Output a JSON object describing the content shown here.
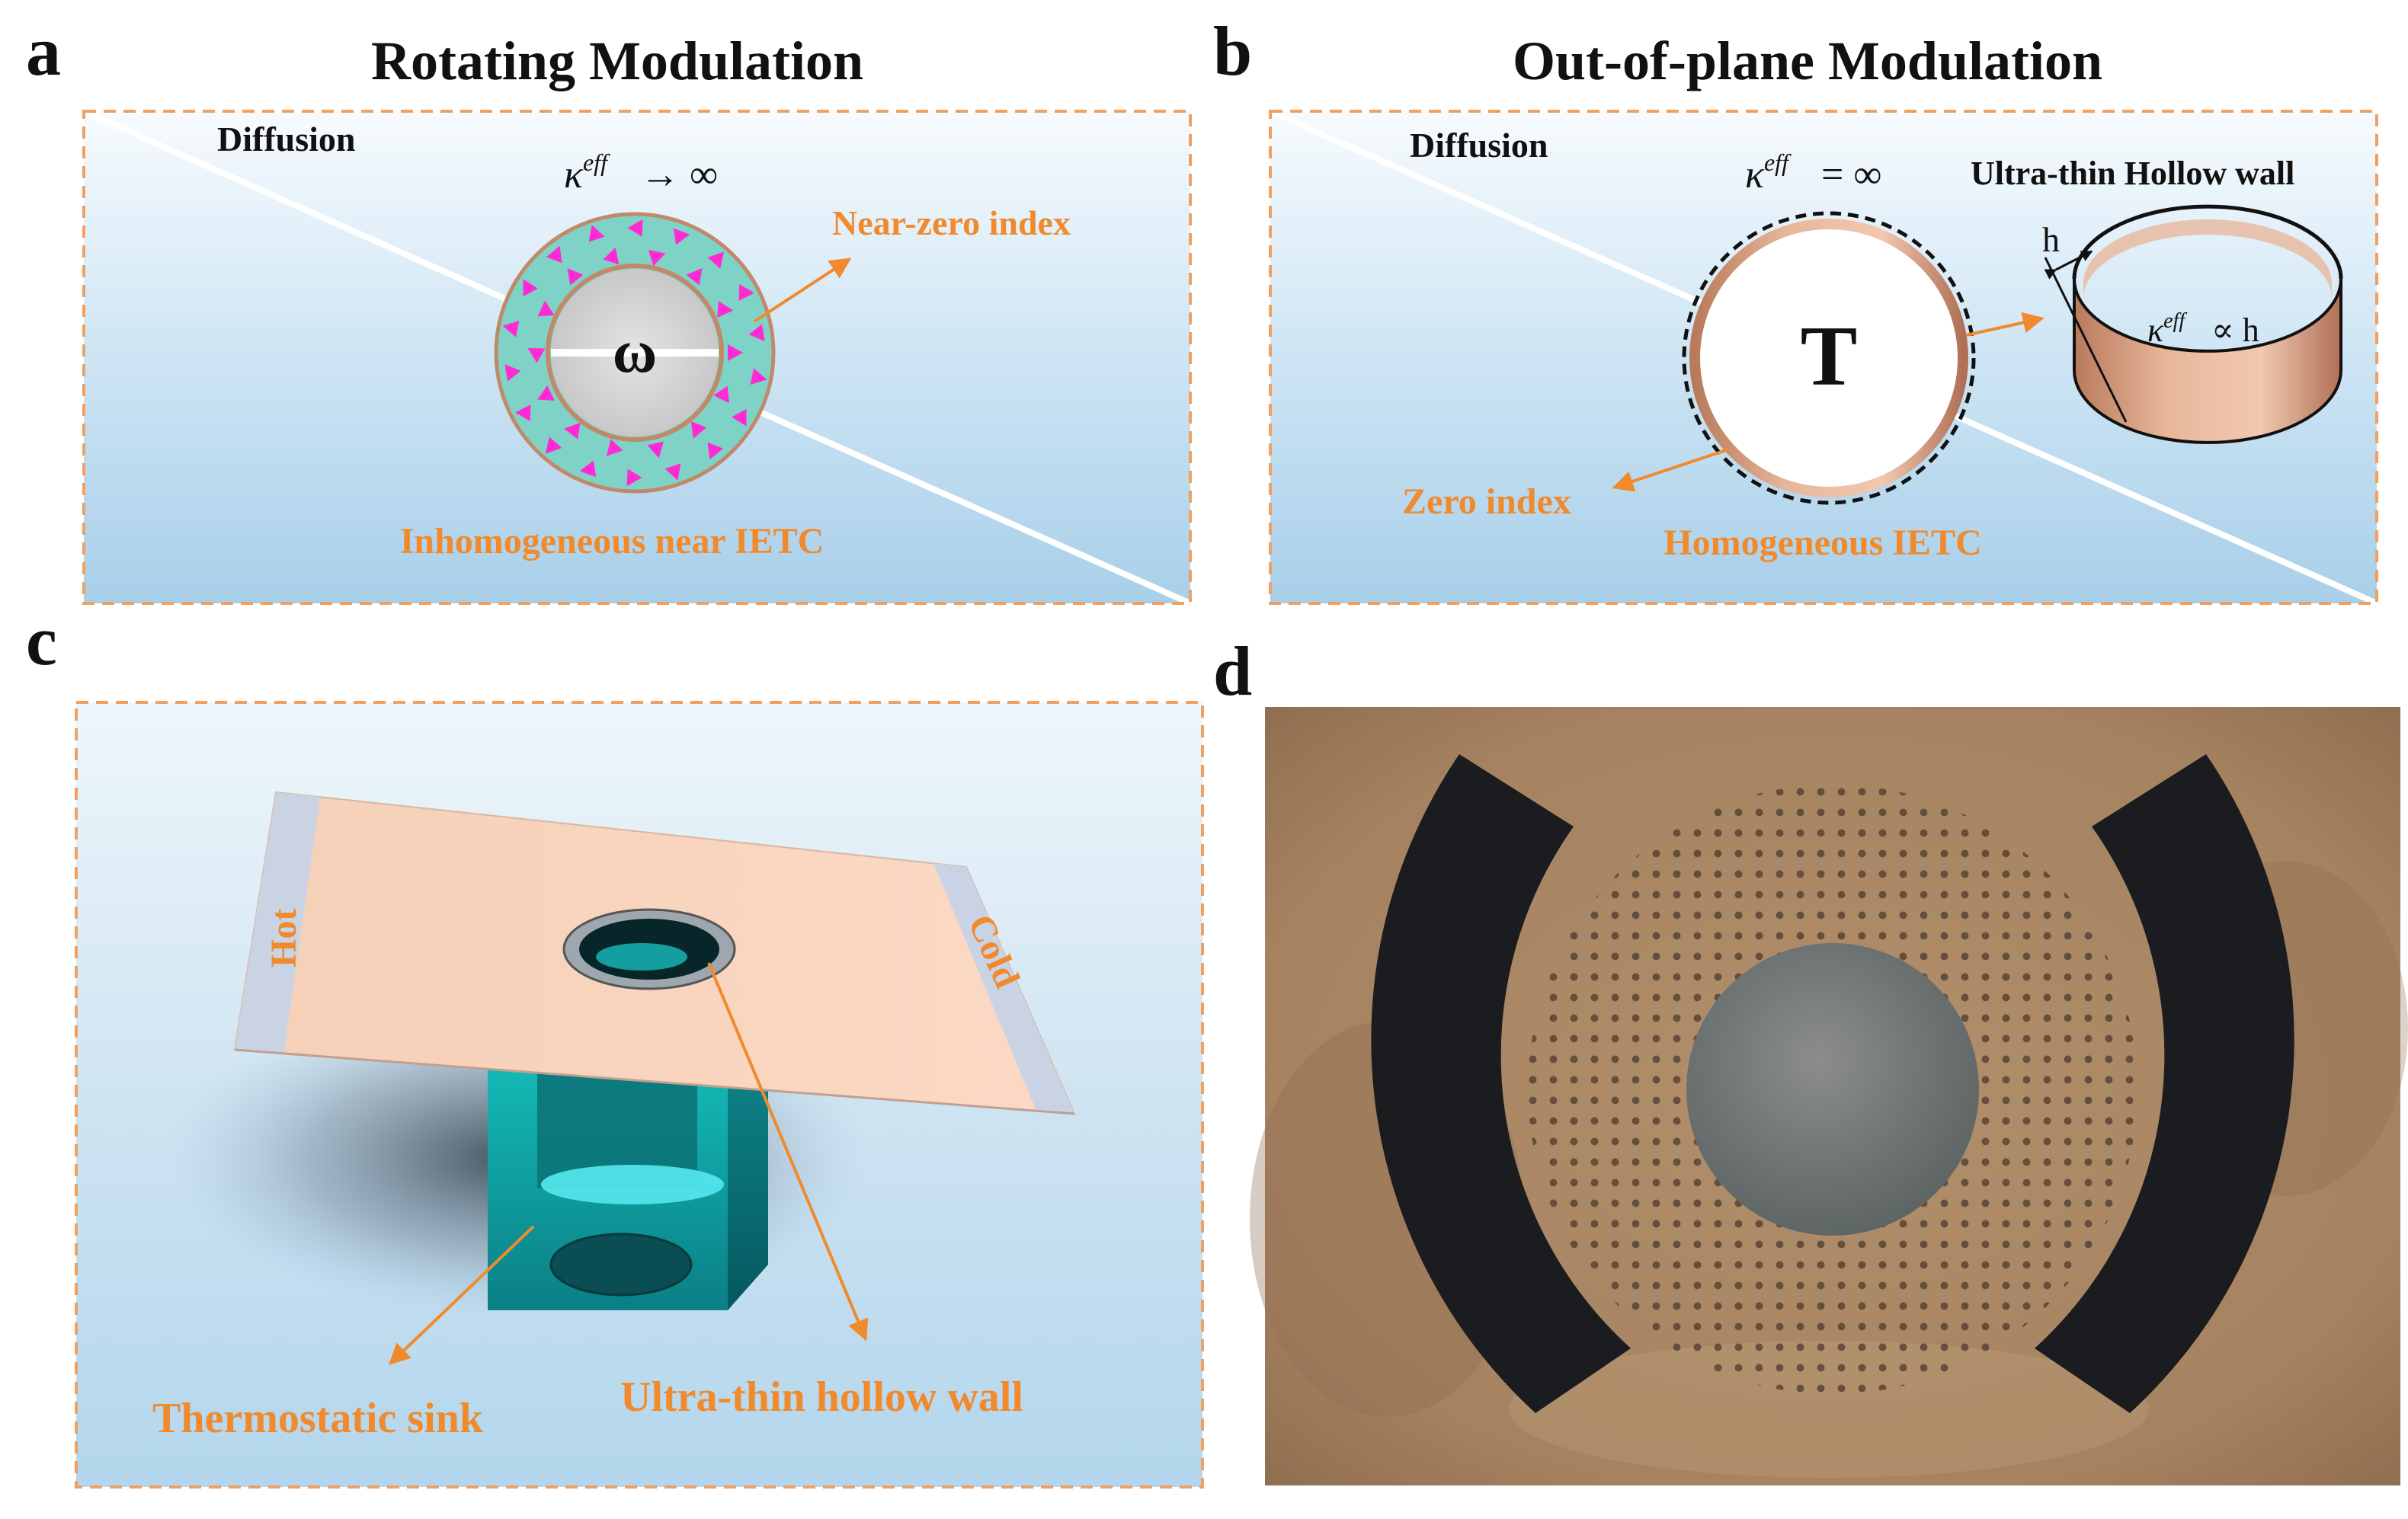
{
  "panels": {
    "a": {
      "letter": "a",
      "title": "Rotating Modulation",
      "diffusion": "Diffusion",
      "kappa_symbol": "κ",
      "kappa_sup": "eff",
      "kappa_rel": "→ ∞",
      "center_symbol": "ω",
      "near_zero_label": "Near-zero index",
      "bottom_label": "Inhomogeneous near IETC"
    },
    "b": {
      "letter": "b",
      "title": "Out-of-plane Modulation",
      "diffusion": "Diffusion",
      "kappa_symbol": "κ",
      "kappa_sup": "eff",
      "kappa_rel": "= ∞",
      "center_symbol": "T",
      "hollow_wall_label": "Ultra-thin Hollow wall",
      "h_label": "h",
      "ring_kappa_symbol": "κ",
      "ring_kappa_sup": "eff",
      "ring_kappa_rel": "∝ h",
      "zero_index_label": "Zero index",
      "bottom_label": "Homogeneous IETC"
    },
    "c": {
      "letter": "c",
      "hot_label": "Hot",
      "cold_label": "Cold",
      "sink_label": "Thermostatic sink",
      "wall_label": "Ultra-thin hollow wall"
    },
    "d": {
      "letter": "d"
    }
  },
  "colors": {
    "orange": "#f08a2c",
    "dashed_border": "#f0a060",
    "magenta": "#ff2ad4",
    "teal": "#7fd3c6",
    "copper": "#d9a07e",
    "cyan_block": "#0aa8a8",
    "photo_bg": "#a88460",
    "dark_arc": "#1b1c20"
  }
}
